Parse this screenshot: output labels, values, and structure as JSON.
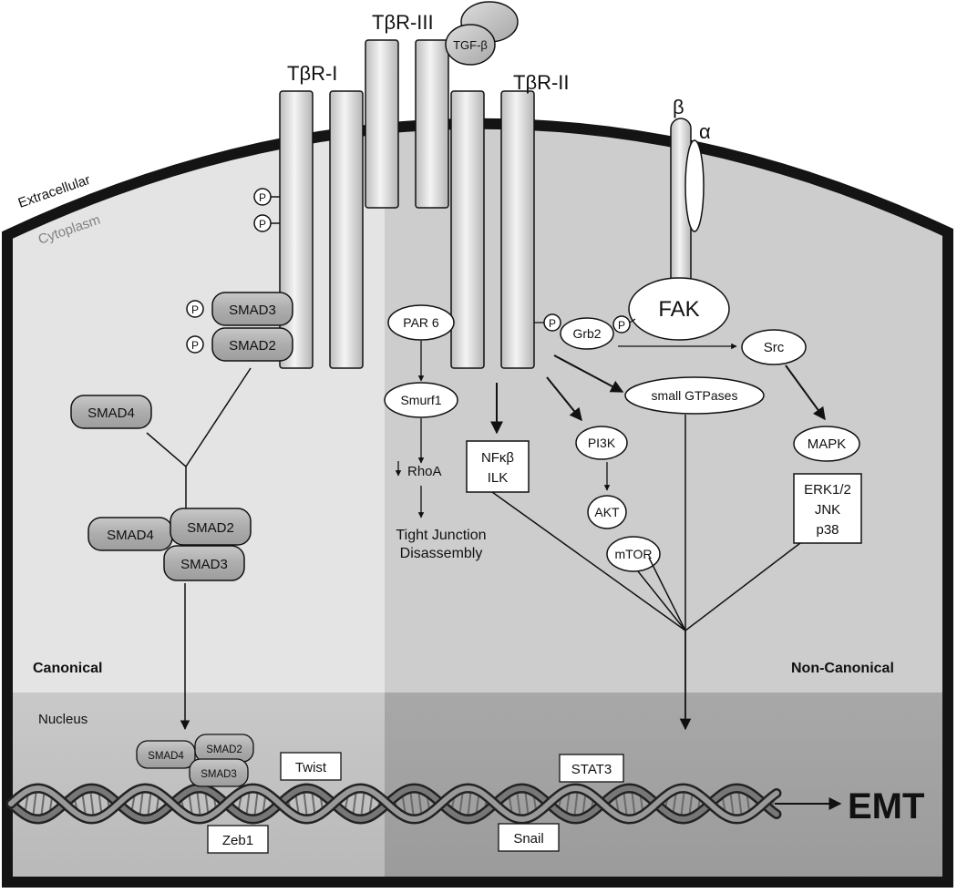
{
  "regions": {
    "extracellular": "Extracellular",
    "cytoplasm": "Cytoplasm",
    "canonical": "Canonical",
    "non_canonical": "Non-Canonical",
    "nucleus": "Nucleus"
  },
  "receptors": {
    "tbr1": "TβR-I",
    "tbr2": "TβR-II",
    "tbr3": "TβR-III",
    "ligand": "TGF-β",
    "integrin_beta": "β",
    "integrin_alpha": "α",
    "fak": "FAK"
  },
  "phospho": "P",
  "canonical": {
    "smad3": "SMAD3",
    "smad2": "SMAD2",
    "smad4": "SMAD4",
    "complex": [
      "SMAD4",
      "SMAD2",
      "SMAD3"
    ],
    "nuclear_complex": [
      "SMAD4",
      "SMAD2",
      "SMAD3"
    ]
  },
  "non_canonical": {
    "par6": "PAR 6",
    "smurf1": "Smurf1",
    "rhoa": "RhoA",
    "tight_junction": [
      "Tight Junction",
      "Disassembly"
    ],
    "nfkb": "NFκβ",
    "ilk": "ILK",
    "grb2": "Grb2",
    "src": "Src",
    "small_gtpases": "small GTPases",
    "pi3k": "PI3K",
    "akt": "AKT",
    "mtor": "mTOR",
    "mapk": "MAPK",
    "erk": "ERK1/2",
    "jnk": "JNK",
    "p38": "p38"
  },
  "transcription_factors": {
    "twist": "Twist",
    "zeb1": "Zeb1",
    "stat3": "STAT3",
    "snail": "Snail"
  },
  "outcome": "EMT"
}
